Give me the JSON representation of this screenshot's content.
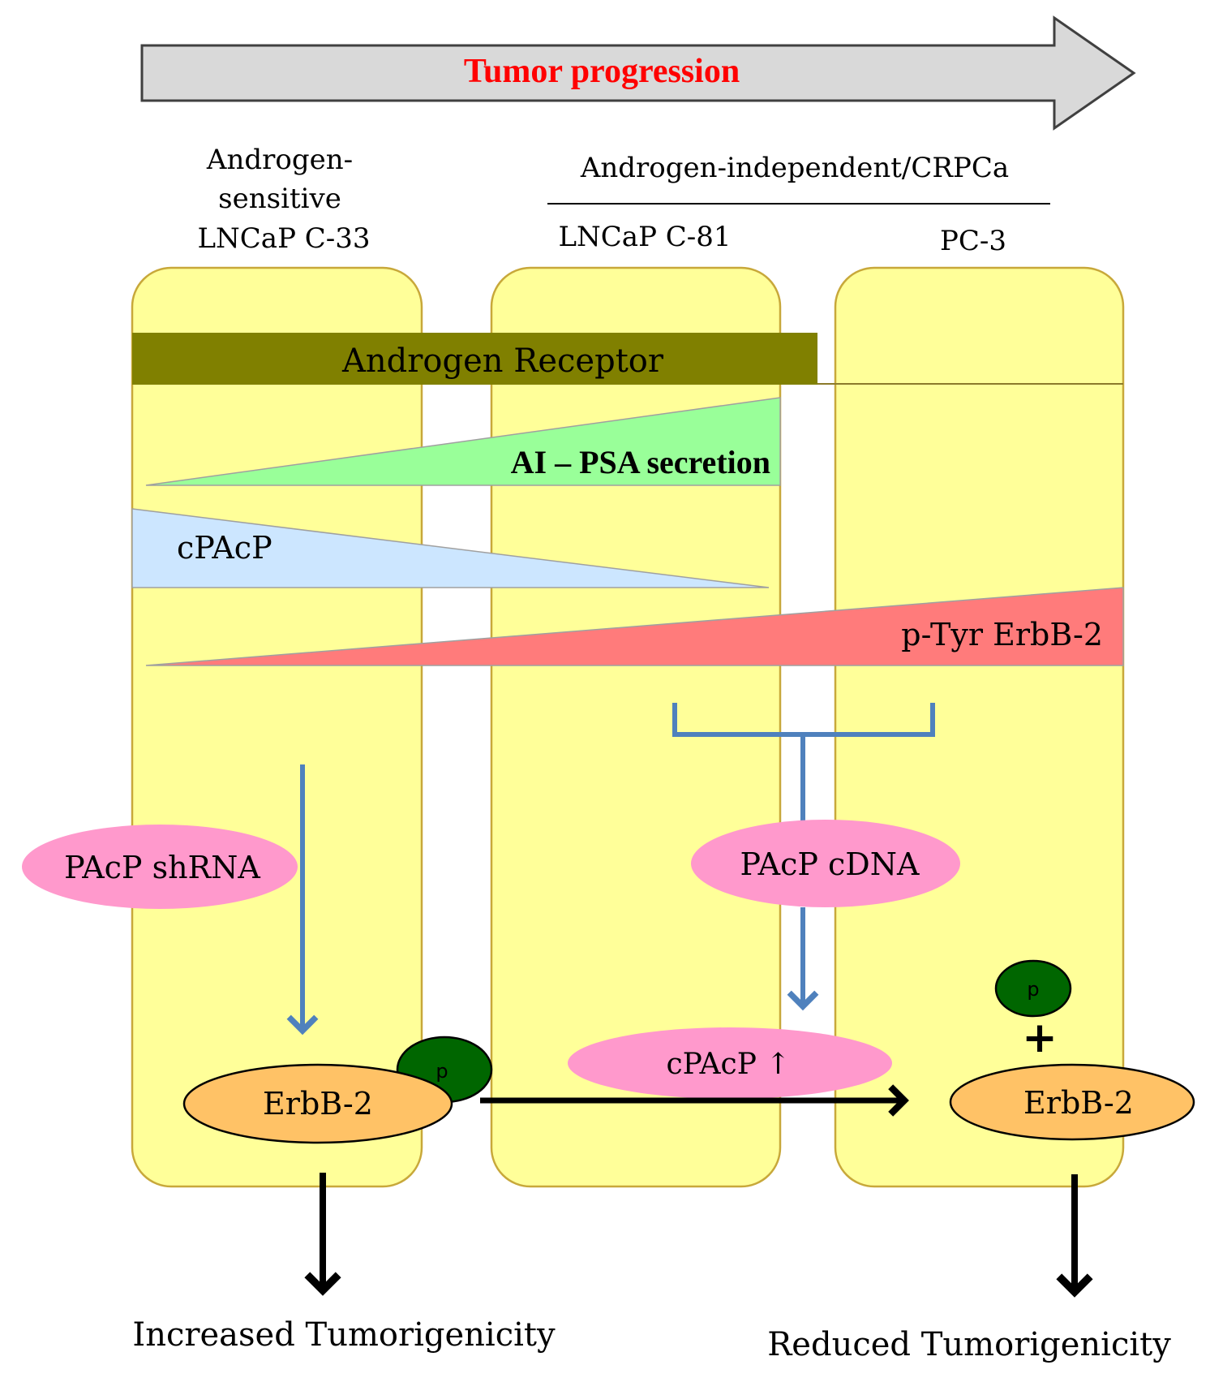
{
  "colors": {
    "panel_fill": "#ffff99",
    "panel_stroke": "#c8a83a",
    "banner_fill": "#d9d9d9",
    "banner_text": "#ff0000",
    "receptor_bar": "#808000",
    "psa_wedge": "#99ff99",
    "cpacp_wedge": "#cce6ff",
    "ptyr_wedge": "#ff7b7b",
    "pink_oval": "#ff99cc",
    "orange_oval": "#ffc266",
    "phospho_circle": "#006600",
    "blue_arrow": "#4f81bd"
  },
  "banner": {
    "label": "Tumor progression"
  },
  "headers": {
    "col1_line1": "Androgen-",
    "col1_line2": "sensitive",
    "col1_line3": "LNCaP  C-33",
    "group_label": "Androgen-independent/CRPCa",
    "col2": "LNCaP  C-81",
    "col3": "PC-3"
  },
  "bars": {
    "androgen_receptor": "Androgen  Receptor",
    "psa": "AI – PSA secretion",
    "cpacp": "cPAcP",
    "ptyr": "p-Tyr  ErbB-2"
  },
  "ovals": {
    "shrna": "PAcP shRNA",
    "cdna": "PAcP cDNA",
    "cpacp_up": "cPAcP ↑",
    "erbb2_left": "ErbB-2",
    "erbb2_right": "ErbB-2",
    "p_left": "p",
    "p_right": "p",
    "plus": "+"
  },
  "outcomes": {
    "left": "Increased Tumorigenicity",
    "right": "Reduced Tumorigenicity"
  }
}
